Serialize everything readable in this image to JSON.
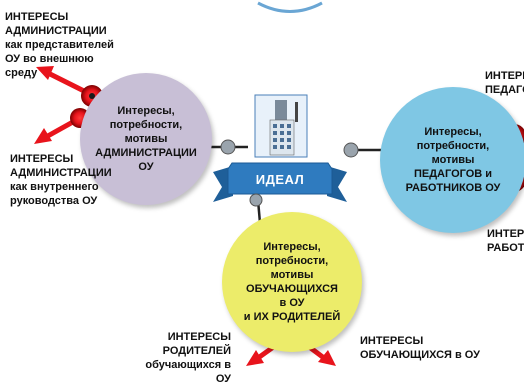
{
  "circles": {
    "admin": {
      "text": "Интересы,\nпотребности,\nмотивы\nАДМИНИСТРАЦИИ\nОУ",
      "color": "#c8bfd6"
    },
    "teachers": {
      "text": "Интересы,\nпотребности,\nмотивы\nПЕДАГОГОВ и\nРАБОТНИКОВ ОУ",
      "color": "#7fc7e4"
    },
    "students": {
      "text": "Интересы,\nпотребности,\nмотивы\nОБУЧАЮЩИХСЯ\nв ОУ\nи ИХ РОДИТЕЛЕЙ",
      "color": "#ecec6a"
    }
  },
  "center": {
    "banner_text": "ИДЕАЛ",
    "banner_color": "#2f7bbf"
  },
  "labels": {
    "admin_external": "ИНТЕРЕСЫ\nАДМИНИСТРАЦИИ\nкак представителей\nОУ во внешнюю\nсреду",
    "admin_internal": "ИНТЕРЕСЫ\nАДМИНИСТРАЦИИ\nкак внутреннего\nруководства ОУ",
    "teachers_top": "ИНТЕРЕ\nПЕДАГОГ",
    "teachers_bottom": "ИНТЕРЕ\nРАБОТ",
    "parents": "ИНТЕРЕСЫ\nРОДИТЕЛЕЙ\nобучающихся в ОУ",
    "students": "ИНТЕРЕСЫ\nОБУЧАЮЩИХСЯ в ОУ"
  },
  "colors": {
    "arrow_red": "#e8141c",
    "arrow_dark": "#222222",
    "node_dark": "#1a1a1a"
  }
}
